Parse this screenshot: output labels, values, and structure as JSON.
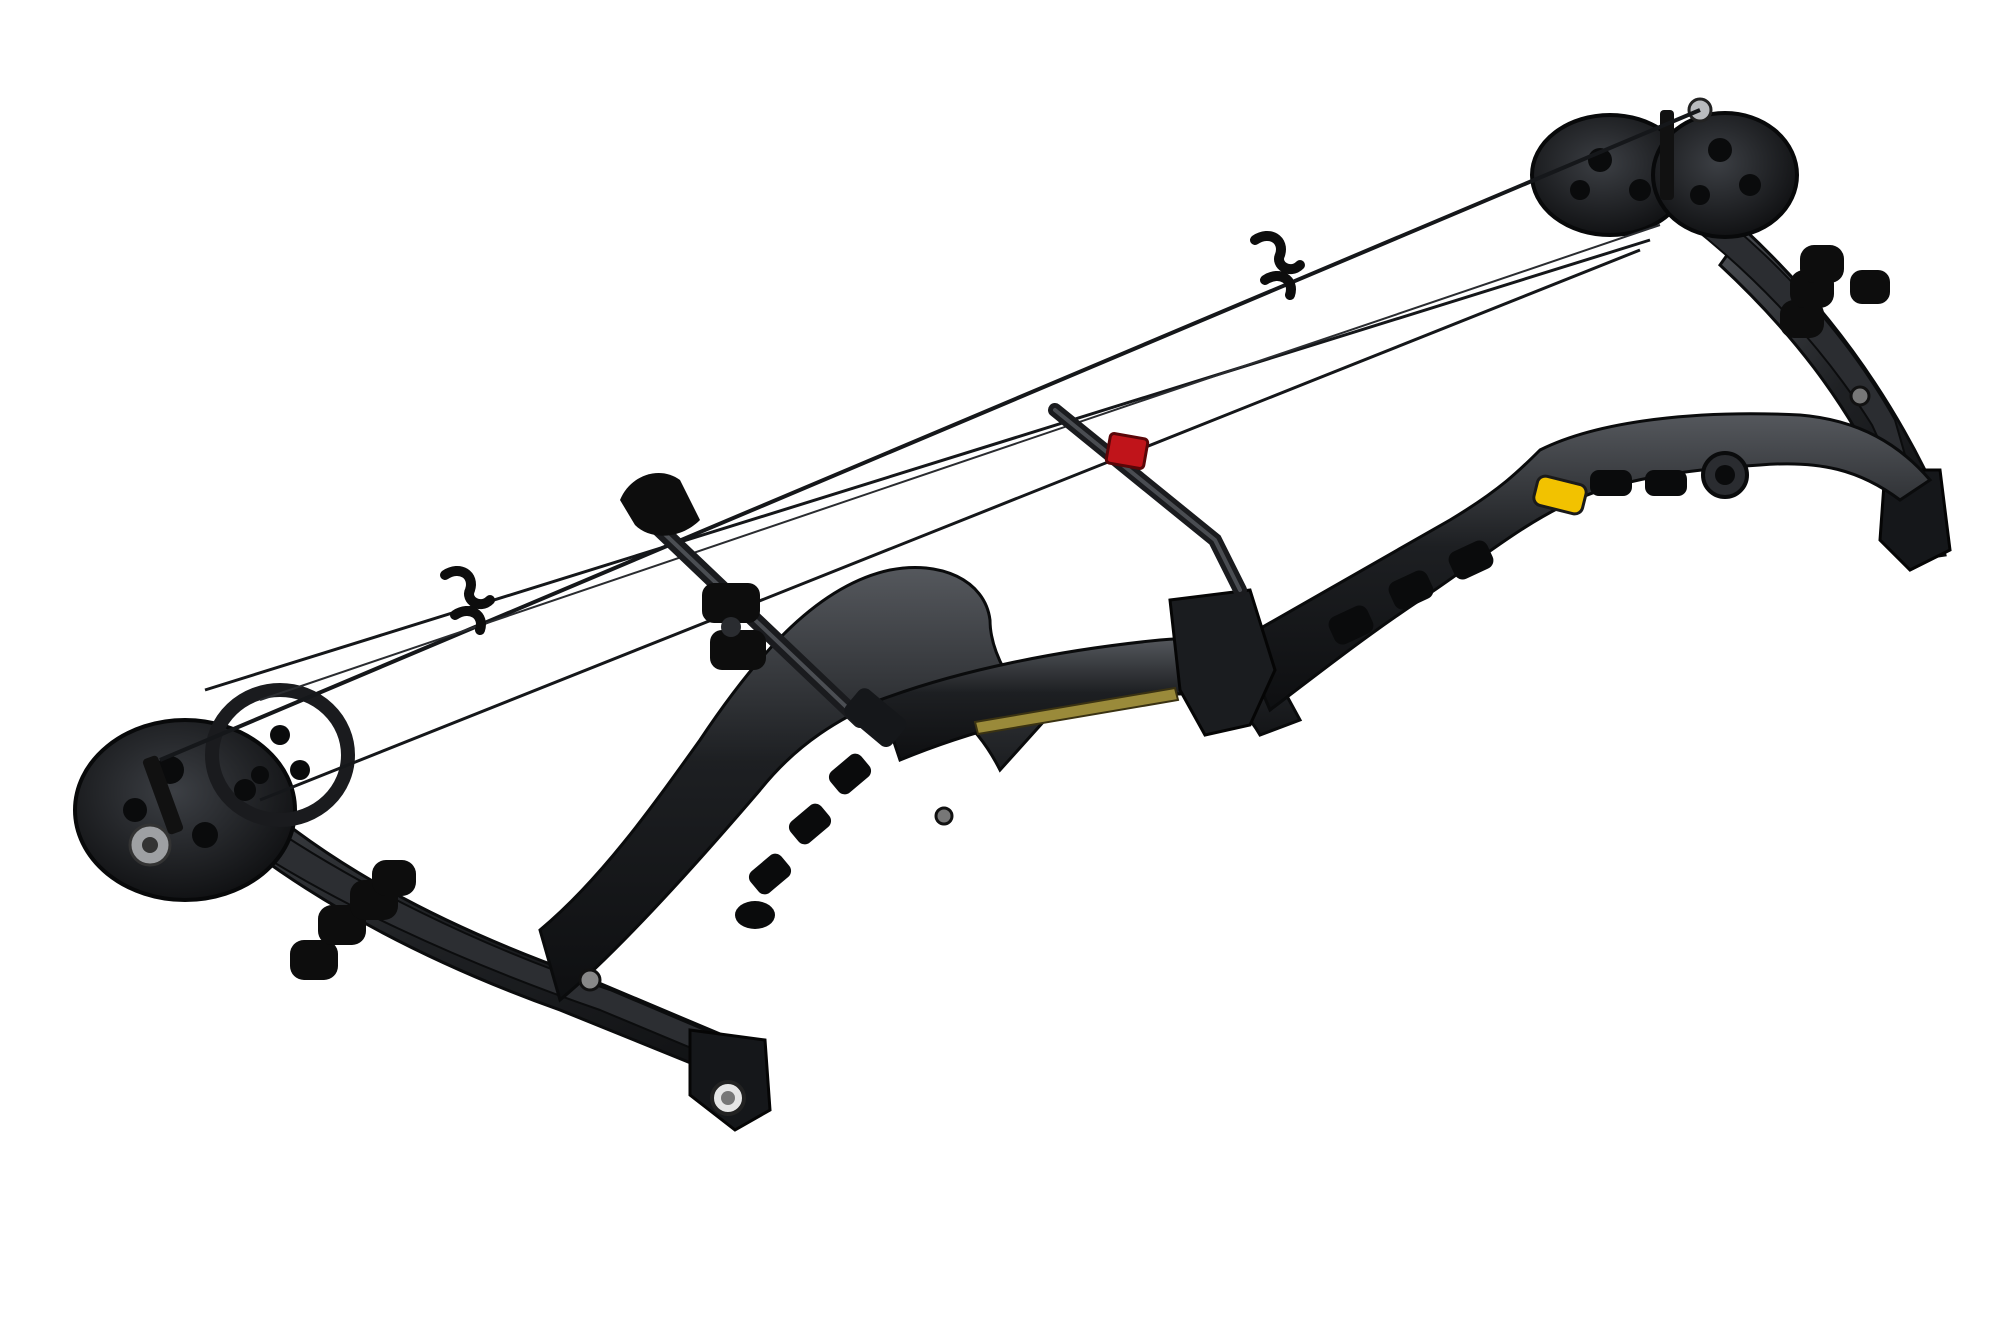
{
  "scene": {
    "subject": "compound bow",
    "background_color": "#ffffff"
  },
  "colors": {
    "riser": "#1c1e21",
    "riser_highlight": "#4a4d52",
    "limb": "#202226",
    "string": "#15171a",
    "silencer": "#0d0d0d",
    "cable_slide": "#c0141a",
    "badge": "#f2c200",
    "grip_strip": "#9a8a3a",
    "hole": "#0a0b0c",
    "bolt_silver": "#d8d8d8"
  },
  "parts": [
    "upper-cam",
    "lower-cam",
    "upper-limb",
    "lower-limb",
    "riser",
    "bowstring",
    "cables",
    "cable-guard-rod",
    "cable-slide",
    "string-silencer",
    "limb-dampener",
    "arrow-rest",
    "stabilizer",
    "logo-badge"
  ]
}
